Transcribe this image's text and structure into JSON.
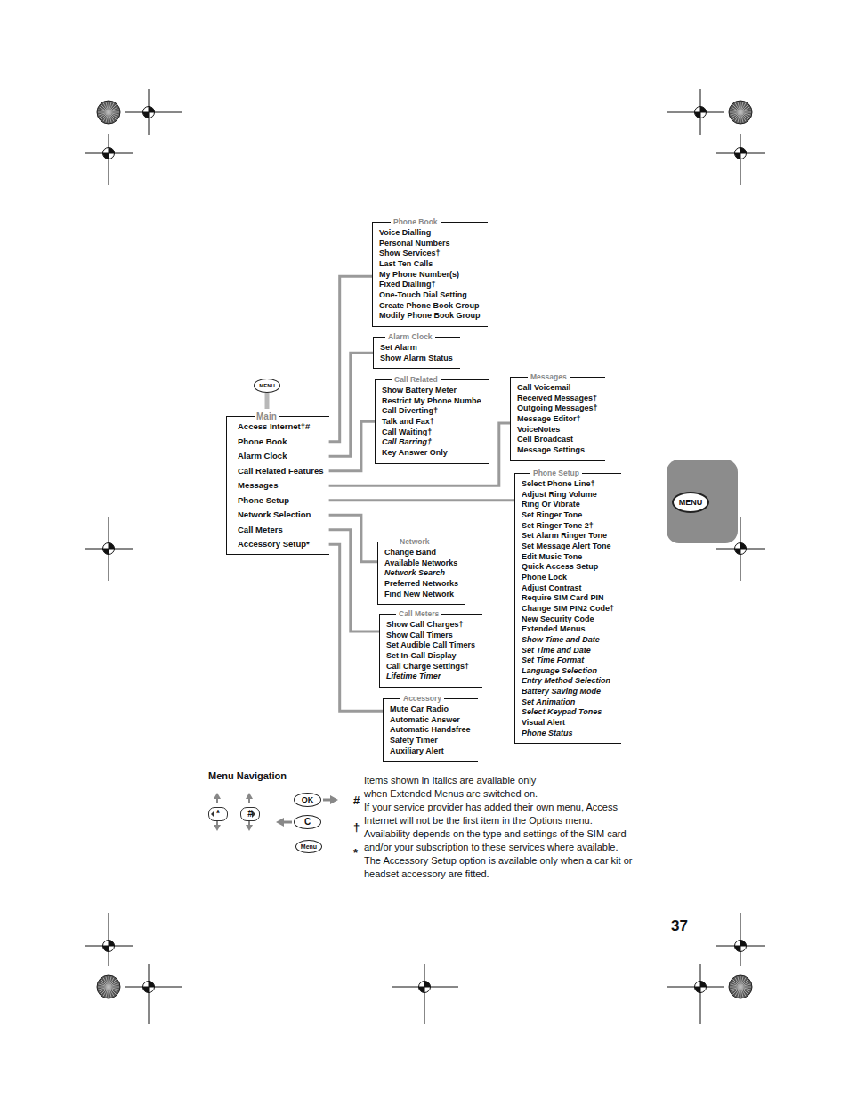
{
  "diagram": {
    "nodes": [
      {
        "text": [
          "Phone Book",
          "Voice Dialling",
          "Personal Numbers",
          "Show Services†",
          "Last Ten Calls",
          "My Phone Number(s)",
          "Fixed Dialling†",
          "One-Touch Dial Setting",
          "Create Phone Book Group",
          "Modify Phone Book Group"
        ]
      },
      {
        "text": [
          "Alarm Clock",
          "Set Alarm",
          "Show Alarm Status"
        ]
      },
      {
        "text": [
          "Call Related",
          "Show Battery Meter",
          "Restrict My Phone Numbe",
          "Call Diverting†",
          "Talk and Fax†",
          "Call Waiting†",
          "Call Barring†",
          "Key Answer Only"
        ]
      },
      {
        "text": [
          "Messages",
          "Call Voicemail",
          "Received Messages†",
          "Outgoing Messages†",
          "Message Editor†",
          "VoiceNotes",
          "Cell Broadcast",
          "Message Settings"
        ]
      },
      {
        "text": [
          "MENU"
        ]
      },
      {
        "text": [
          "Main",
          "Access Internet†#",
          "Phone Book",
          "Alarm Clock",
          "Call Related Features",
          "Messages",
          "Phone Setup",
          "Network Selection",
          "Call Meters",
          "Accessory Setup*"
        ]
      },
      {
        "text": [
          "Phone Setup",
          "Select Phone Line†",
          "Adjust Ring Volume",
          "Ring Or Vibrate",
          "Set Ringer Tone",
          "Set Ringer Tone 2†",
          "Set Alarm Ringer Tone",
          "Set Message Alert Tone",
          "Edit Music Tone",
          "Quick Access Setup",
          "Phone Lock",
          "Adjust Contrast",
          "Require SIM Card PIN",
          "Change SIM PIN2 Code†",
          "New Security Code",
          "Extended Menus",
          "Show Time and Date",
          "Set Time and Date",
          "Set Time Format",
          "Language Selection",
          "Entry Method Selection",
          "Battery Saving Mode",
          "Set Animation",
          "Select Keypad Tones",
          "Visual Alert",
          "Phone Status"
        ]
      },
      {
        "text": [
          "MENU"
        ]
      },
      {
        "text": [
          "Network",
          "Change Band",
          "Available Networks",
          "Network Search",
          "Preferred Networks",
          "Find New Network"
        ]
      },
      {
        "text": [
          "Call Meters",
          "Show Call Charges†",
          "Show Call Timers",
          "Set Audible Call Timers",
          "Set In-Call Display",
          "Call Charge Settings†",
          "Lifetime Timer"
        ]
      },
      {
        "text": [
          "Accessory",
          "Mute Car Radio",
          "Automatic Answer",
          "Automatic Handsfree",
          "Safety Timer",
          "Auxiliary Alert"
        ]
      },
      {
        "text": [
          "*"
        ]
      },
      {
        "text": [
          "#"
        ]
      },
      {
        "text": [
          "OK"
        ]
      },
      {
        "text": [
          "C"
        ]
      },
      {
        "text": [
          "Menu"
        ]
      }
    ],
    "edges": [
      {
        "from": 4,
        "to": 5,
        "arrow": "none"
      },
      {
        "from": 5,
        "to": 0,
        "arrow": "none"
      },
      {
        "from": 5,
        "to": 1,
        "arrow": "none"
      },
      {
        "from": 5,
        "to": 2,
        "arrow": "none"
      },
      {
        "from": 5,
        "to": 3,
        "arrow": "none"
      },
      {
        "from": 5,
        "to": 6,
        "arrow": "none"
      },
      {
        "from": 5,
        "to": 8,
        "arrow": "none"
      },
      {
        "from": 5,
        "to": 9,
        "arrow": "none"
      },
      {
        "from": 5,
        "to": 10,
        "arrow": "none"
      }
    ],
    "labels": [
      "Menu Navigation",
      "Items shown in Italics are available only when Extended Menus are switched on.",
      "#",
      "If your service provider has added their own menu, Access Internet will not be the first item in the Options menu.",
      "†",
      "Availability depends on the type and settings of the SIM card and/or your subscription to these services where available.",
      "*",
      "The Accessory Setup option is available only when a car kit or headset accessory are fitted.",
      "37"
    ]
  }
}
